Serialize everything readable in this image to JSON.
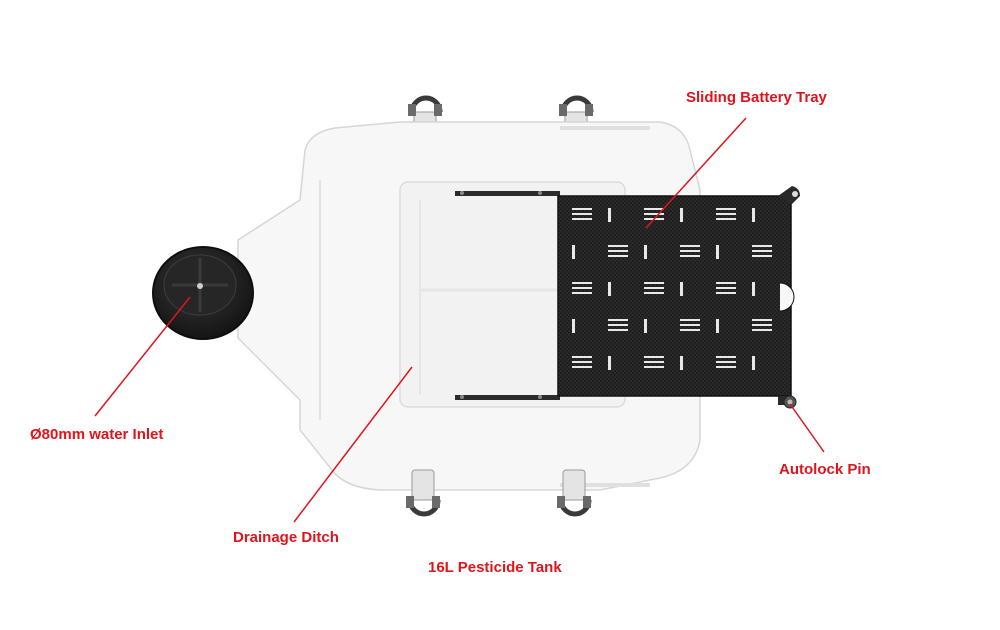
{
  "labels": {
    "tray": "Sliding Battery Tray",
    "inlet": "Ø80mm water Inlet",
    "pin": "Autolock Pin",
    "ditch": "Drainage Ditch"
  },
  "caption": "16L Pesticide Tank",
  "colors": {
    "callout": "#e0141b",
    "tank": "#f7f7f7",
    "tank_edge": "#d6d6d6",
    "tray": "#262626",
    "cap": "#1c1c1c"
  }
}
